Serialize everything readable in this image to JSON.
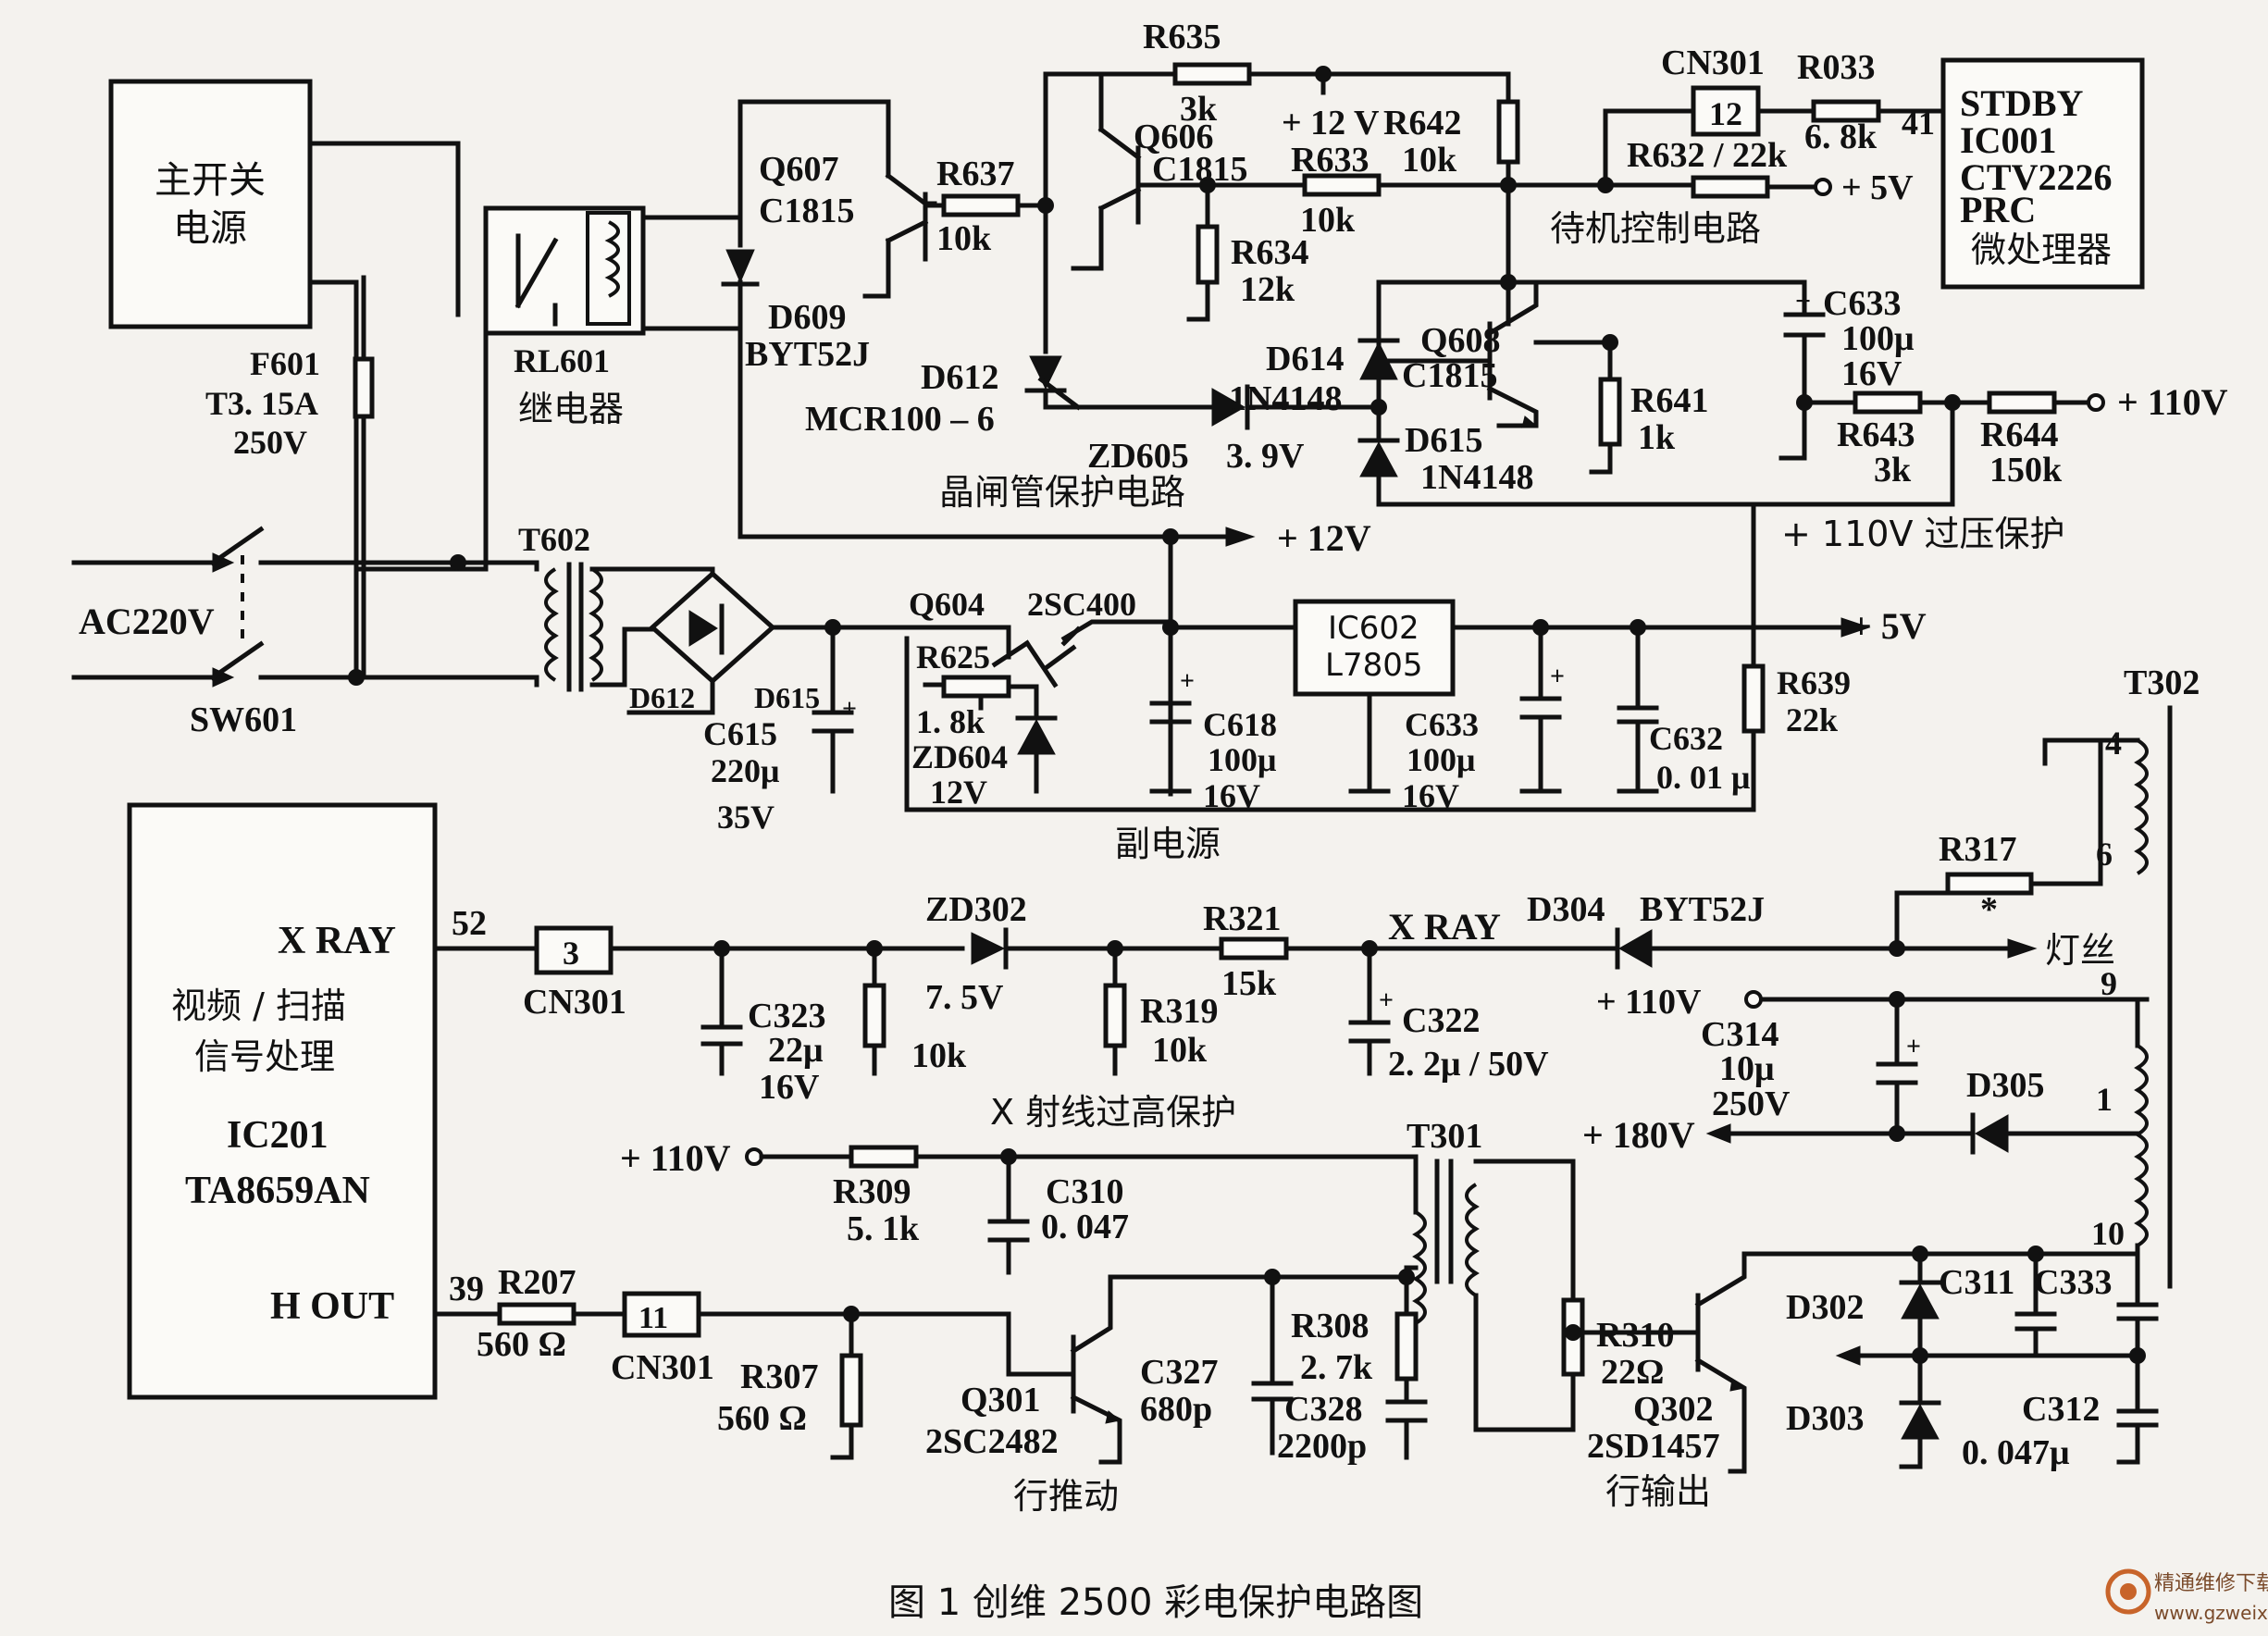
{
  "caption": "图 1  创维 2500 彩电保护电路图",
  "watermark": {
    "line1": "精通维修下载",
    "line2": "www.gzweix.com"
  },
  "blocks": {
    "main_power": [
      "主开关",
      "电源"
    ],
    "micro": [
      "STDBY",
      "IC001",
      "CTV2226",
      "PRC",
      "微处理器"
    ],
    "ic201": [
      "X RAY",
      "视频 / 扫描",
      "信号处理",
      "IC201",
      "TA8659AN",
      "H  OUT"
    ],
    "ic602": [
      "IC602",
      "L7805"
    ]
  },
  "sections": {
    "relay": "继电器",
    "standby": "待机控制电路",
    "scr_protect": "晶闸管保护电路",
    "ovp110": "+ 110V  过压保护",
    "aux_power": "副电源",
    "xray": "X 射线过高保护",
    "h_drive": "行推动",
    "h_out": "行输出"
  },
  "labels": {
    "F601": "F601",
    "F601_v": "T3. 15A",
    "F601_u": "250V",
    "RL601": "RL601",
    "AC": "AC220V",
    "SW601": "SW601",
    "T602": "T602",
    "Q607": "Q607",
    "Q607_t": "C1815",
    "R637": "R637",
    "R637_v": "10k",
    "D609": "D609",
    "D609_t": "BYT52J",
    "D612": "D612",
    "D612_t": "MCR100 – 6",
    "R635": "R635",
    "R635_v": "3k",
    "Q606": "Q606",
    "Q606_t": "C1815",
    "R633": "R633",
    "R633_v": "10k",
    "R634": "R634",
    "R634_v": "12k",
    "p12V": "+ 12 V",
    "R642": "R642",
    "R642_v": "10k",
    "CN301a": "CN301",
    "CN301a_pin": "12",
    "R033": "R033",
    "R033_v": "6. 8k",
    "pin41": "41",
    "R632": "R632 / 22k",
    "p5Va": "+ 5V",
    "Q608": "Q608",
    "Q608_t": "C1815",
    "D614": "D614",
    "D614_t": "1N4148",
    "D615": "D615",
    "D615_t": "1N4148",
    "ZD605": "ZD605",
    "ZD605_v": "3. 9V",
    "R641": "R641",
    "R641_v": "1k",
    "C633a": "C633",
    "C633a_v": "100μ",
    "C633a_u": "16V",
    "R643": "R643",
    "R643_v": "3k",
    "R644": "R644",
    "R644_v": "150k",
    "p110Va": "+ 110V",
    "p12Vb": "+ 12V",
    "Q604": "Q604",
    "Q604_t": "2SC400",
    "R625": "R625",
    "R625_v": "1. 8k",
    "ZD604": "ZD604",
    "ZD604_v": "12V",
    "D612b": "D612",
    "D615b": "D615",
    "C615": "C615",
    "C615_v": "220μ",
    "C615_u": "35V",
    "C618": "C618",
    "C618_v": "100μ",
    "C618_u": "16V",
    "C633b": "C633",
    "C633b_v": "100μ",
    "C633b_u": "16V",
    "C632": "C632",
    "C632_v": "0. 01 μ",
    "R639": "R639",
    "R639_v": "22k",
    "p5Vb": "+ 5V",
    "T302": "T302",
    "pin4": "4",
    "pin6": "6",
    "pin9": "9",
    "pin1": "1",
    "pin10": "10",
    "pin52": "52",
    "CN301b": "CN301",
    "CN301b_pin": "3",
    "C323": "C323",
    "C323_v": "22μ",
    "C323_u": "16V",
    "R323_v": "10k",
    "ZD302": "ZD302",
    "ZD302_v": "7. 5V",
    "R319": "R319",
    "R319_v": "10k",
    "R321": "R321",
    "R321_v": "15k",
    "xray2": "X RAY",
    "C322": "C322",
    "C322_v": "2. 2μ / 50V",
    "D304": "D304",
    "D304_t": "BYT52J",
    "R317": "R317",
    "star": "*",
    "heater": "灯丝",
    "p110Vb": "+ 110V",
    "C314": "C314",
    "C314_v": "10μ",
    "C314_u": "250V",
    "D305": "D305",
    "p180V": "+ 180V",
    "p110Vc": "+ 110V",
    "R309": "R309",
    "R309_v": "5. 1k",
    "C310": "C310",
    "C310_v": "0. 047",
    "T301": "T301",
    "pin39": "39",
    "R207": "R207",
    "R207_v": "560 Ω",
    "CN301c": "CN301",
    "CN301c_pin": "11",
    "R307": "R307",
    "R307_v": "560 Ω",
    "Q301": "Q301",
    "Q301_t": "2SC2482",
    "C327": "C327",
    "C327_v": "680p",
    "R308": "R308",
    "R308_v": "2. 7k",
    "C328": "C328",
    "C328_v": "2200p",
    "R310": "R310",
    "R310_v": "22Ω",
    "Q302": "Q302",
    "Q302_t": "2SD1457",
    "D302": "D302",
    "D303": "D303",
    "C311": "C311",
    "C333": "C333",
    "C312": "C312",
    "C312_v": "0. 047μ"
  }
}
